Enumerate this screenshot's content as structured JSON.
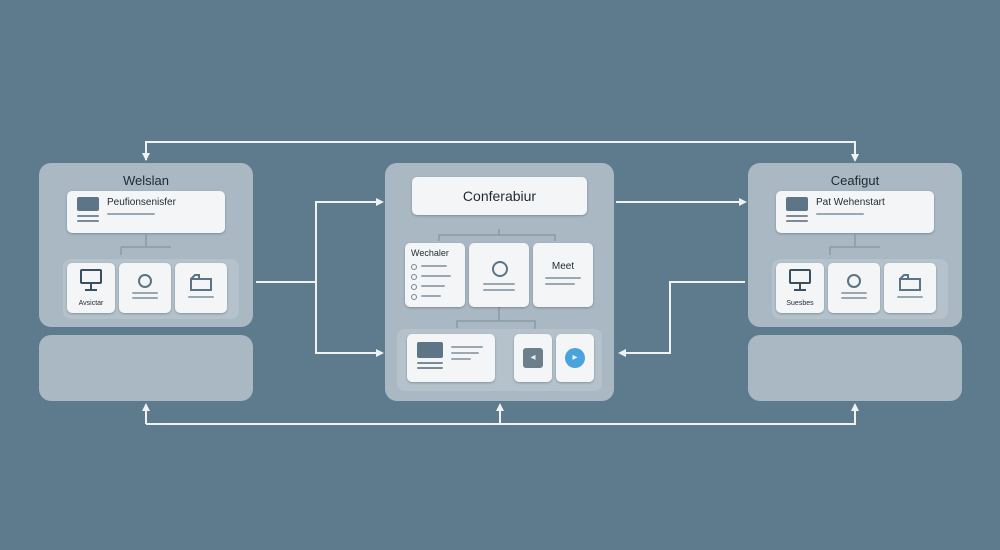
{
  "left_module": {
    "title": "Welslan",
    "header_card": "Peufionsenisfer",
    "tile_caption": "Avsictar"
  },
  "center_module": {
    "title": "Conferabiur",
    "card_left_title": "Wechaler",
    "card_right_title": "Meet"
  },
  "right_module": {
    "title": "Ceafigut",
    "header_card": "Pat Wehenstart",
    "tile_caption": "Suesbes"
  },
  "colors": {
    "background": "#5e7a8d",
    "panel": "#a9b8c3",
    "card": "#f4f5f6",
    "connector": "#eef2f5",
    "accent": "#4aa3dd"
  },
  "icons": {
    "screen": "screen-icon",
    "monitor": "monitor-icon",
    "at": "at-sign-icon",
    "folder": "folder-icon",
    "arrow": "arrow-icon"
  }
}
